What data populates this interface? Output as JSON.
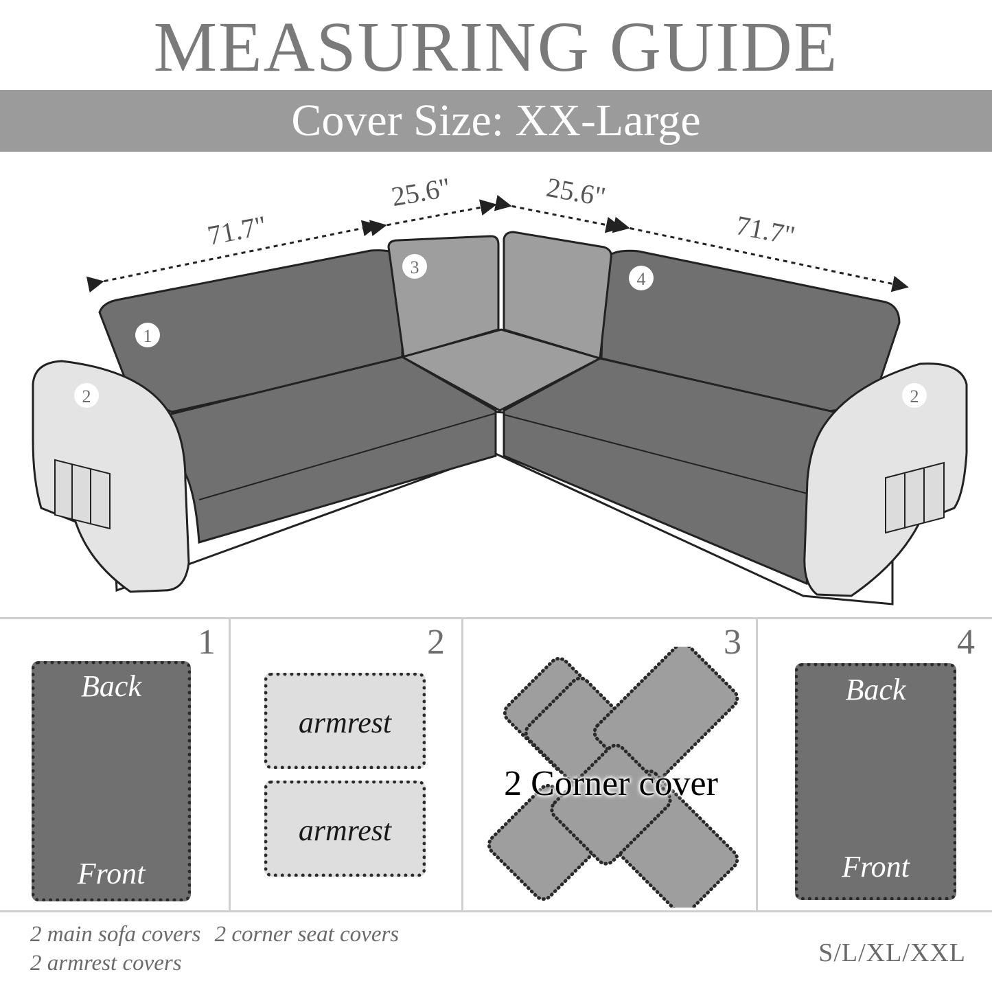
{
  "header": {
    "title": "MEASURING GUIDE",
    "subtitle": "Cover Size: XX-Large"
  },
  "dimensions": {
    "left_main": "71.7\"",
    "left_corner": "25.6\"",
    "right_corner": "25.6\"",
    "right_main": "71.7\""
  },
  "markers": {
    "left_back": "1",
    "left_arm": "2",
    "corner_back": "3",
    "right_back": "4",
    "right_arm": "2"
  },
  "panels": [
    {
      "number": "1",
      "top_label": "Back",
      "bottom_label": "Front"
    },
    {
      "number": "2",
      "labels": [
        "armrest",
        "armrest"
      ]
    },
    {
      "number": "3",
      "label": "2 Corner cover"
    },
    {
      "number": "4",
      "top_label": "Back",
      "bottom_label": "Front"
    }
  ],
  "footer": {
    "line1_a": "2 main sofa covers",
    "line1_b": "2 corner seat covers",
    "line2": "2 armrest covers",
    "sizes": "S/L/XL/XXL"
  },
  "colors": {
    "dark_cover": "#707070",
    "corner_cover": "#9e9e9e",
    "armrest_cover": "#dedede",
    "banner": "#9b9b9b"
  }
}
